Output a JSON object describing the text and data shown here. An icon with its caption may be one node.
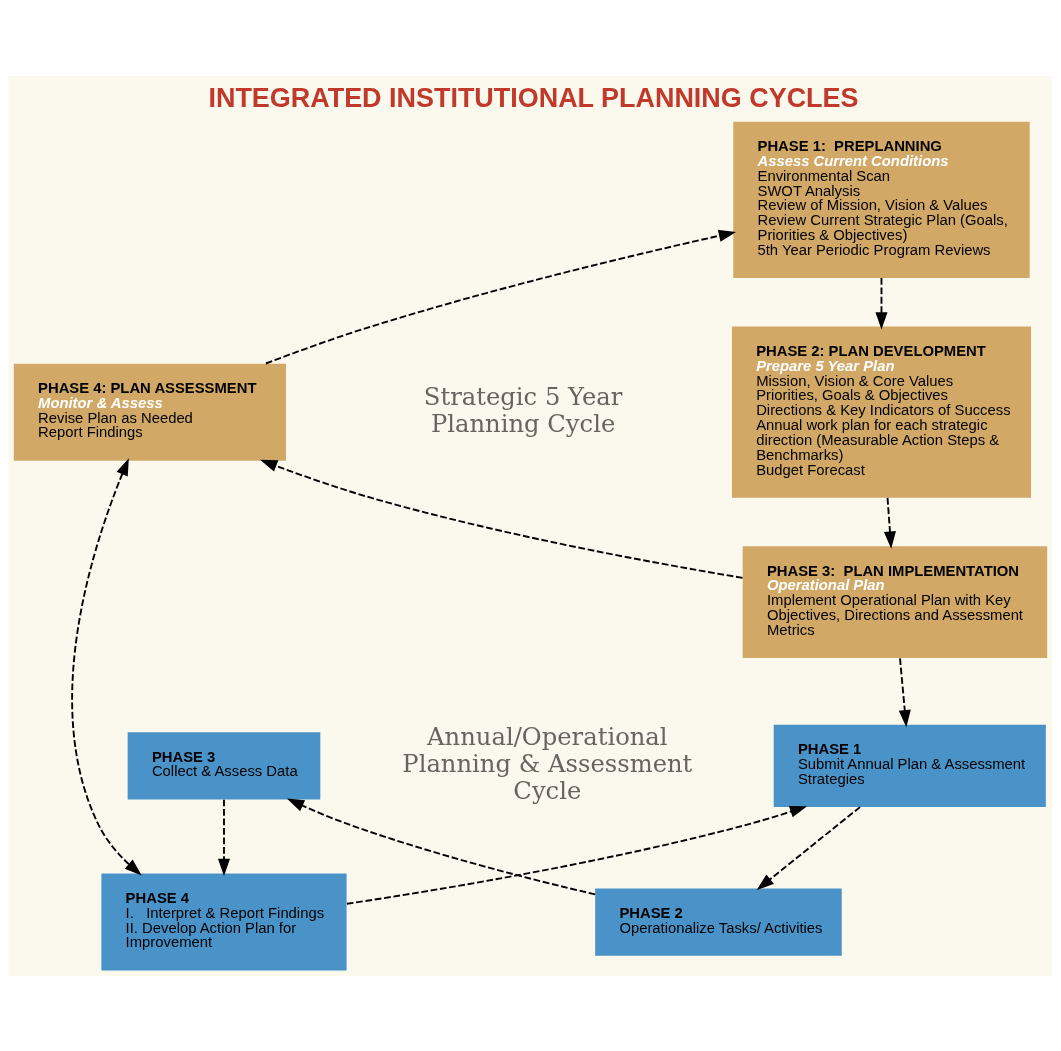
{
  "diagram": {
    "title": "INTEGRATED INSTITUTIONAL PLANNING CYCLES",
    "nodes": [
      {
        "text": [
          "PHASE 1:  PREPLANNING",
          "Assess Current Conditions",
          "Environmental Scan",
          "SWOT Analysis",
          "Review of Mission, Vision & Values",
          "Review Current Strategic Plan (Goals, Priorities & Objectives)",
          "5th Year Periodic Program Reviews"
        ]
      },
      {
        "text": [
          "PHASE 2: PLAN DEVELOPMENT",
          "Prepare 5 Year Plan",
          "Mission, Vision & Core Values",
          "Priorities, Goals & Objectives",
          "Directions & Key Indicators of Success",
          "Annual work plan for each strategic direction (Measurable Action Steps & Benchmarks)",
          "Budget Forecast"
        ]
      },
      {
        "text": [
          "PHASE 3:  PLAN IMPLEMENTATION",
          "Operational Plan",
          "Implement Operational Plan with Key Objectives, Directions and Assessment Metrics"
        ]
      },
      {
        "text": [
          "PHASE 4: PLAN ASSESSMENT",
          "Monitor & Assess",
          "Revise Plan as Needed",
          "Report Findings"
        ]
      },
      {
        "text": [
          "PHASE 4",
          "I.   Interpret & Report Findings",
          "II. Develop Action Plan for Improvement"
        ]
      },
      {
        "text": [
          "PHASE 1",
          "Submit Annual Plan & Assessment Strategies"
        ]
      },
      {
        "text": [
          "PHASE 2",
          "Operationalize Tasks/ Activities"
        ]
      },
      {
        "text": [
          "PHASE 3",
          "Collect & Assess Data"
        ]
      }
    ],
    "edges": [
      {
        "from": 3,
        "to": 0,
        "arrow": "to",
        "style": "dashed"
      },
      {
        "from": 0,
        "to": 1,
        "arrow": "to",
        "style": "dashed"
      },
      {
        "from": 1,
        "to": 2,
        "arrow": "to",
        "style": "dashed"
      },
      {
        "from": 2,
        "to": 3,
        "arrow": "to",
        "style": "dashed"
      },
      {
        "from": 3,
        "to": 4,
        "arrow": "both",
        "style": "dashed"
      },
      {
        "from": 2,
        "to": 5,
        "arrow": "to",
        "style": "dashed"
      },
      {
        "from": 4,
        "to": 5,
        "arrow": "to",
        "style": "dashed"
      },
      {
        "from": 5,
        "to": 6,
        "arrow": "to",
        "style": "dashed"
      },
      {
        "from": 6,
        "to": 7,
        "arrow": "to",
        "style": "dashed"
      },
      {
        "from": 7,
        "to": 4,
        "arrow": "to",
        "style": "dashed"
      }
    ],
    "labels": [
      "Strategic 5 Year Planning Cycle",
      "Annual/Operational Planning & Assessment Cycle"
    ]
  }
}
